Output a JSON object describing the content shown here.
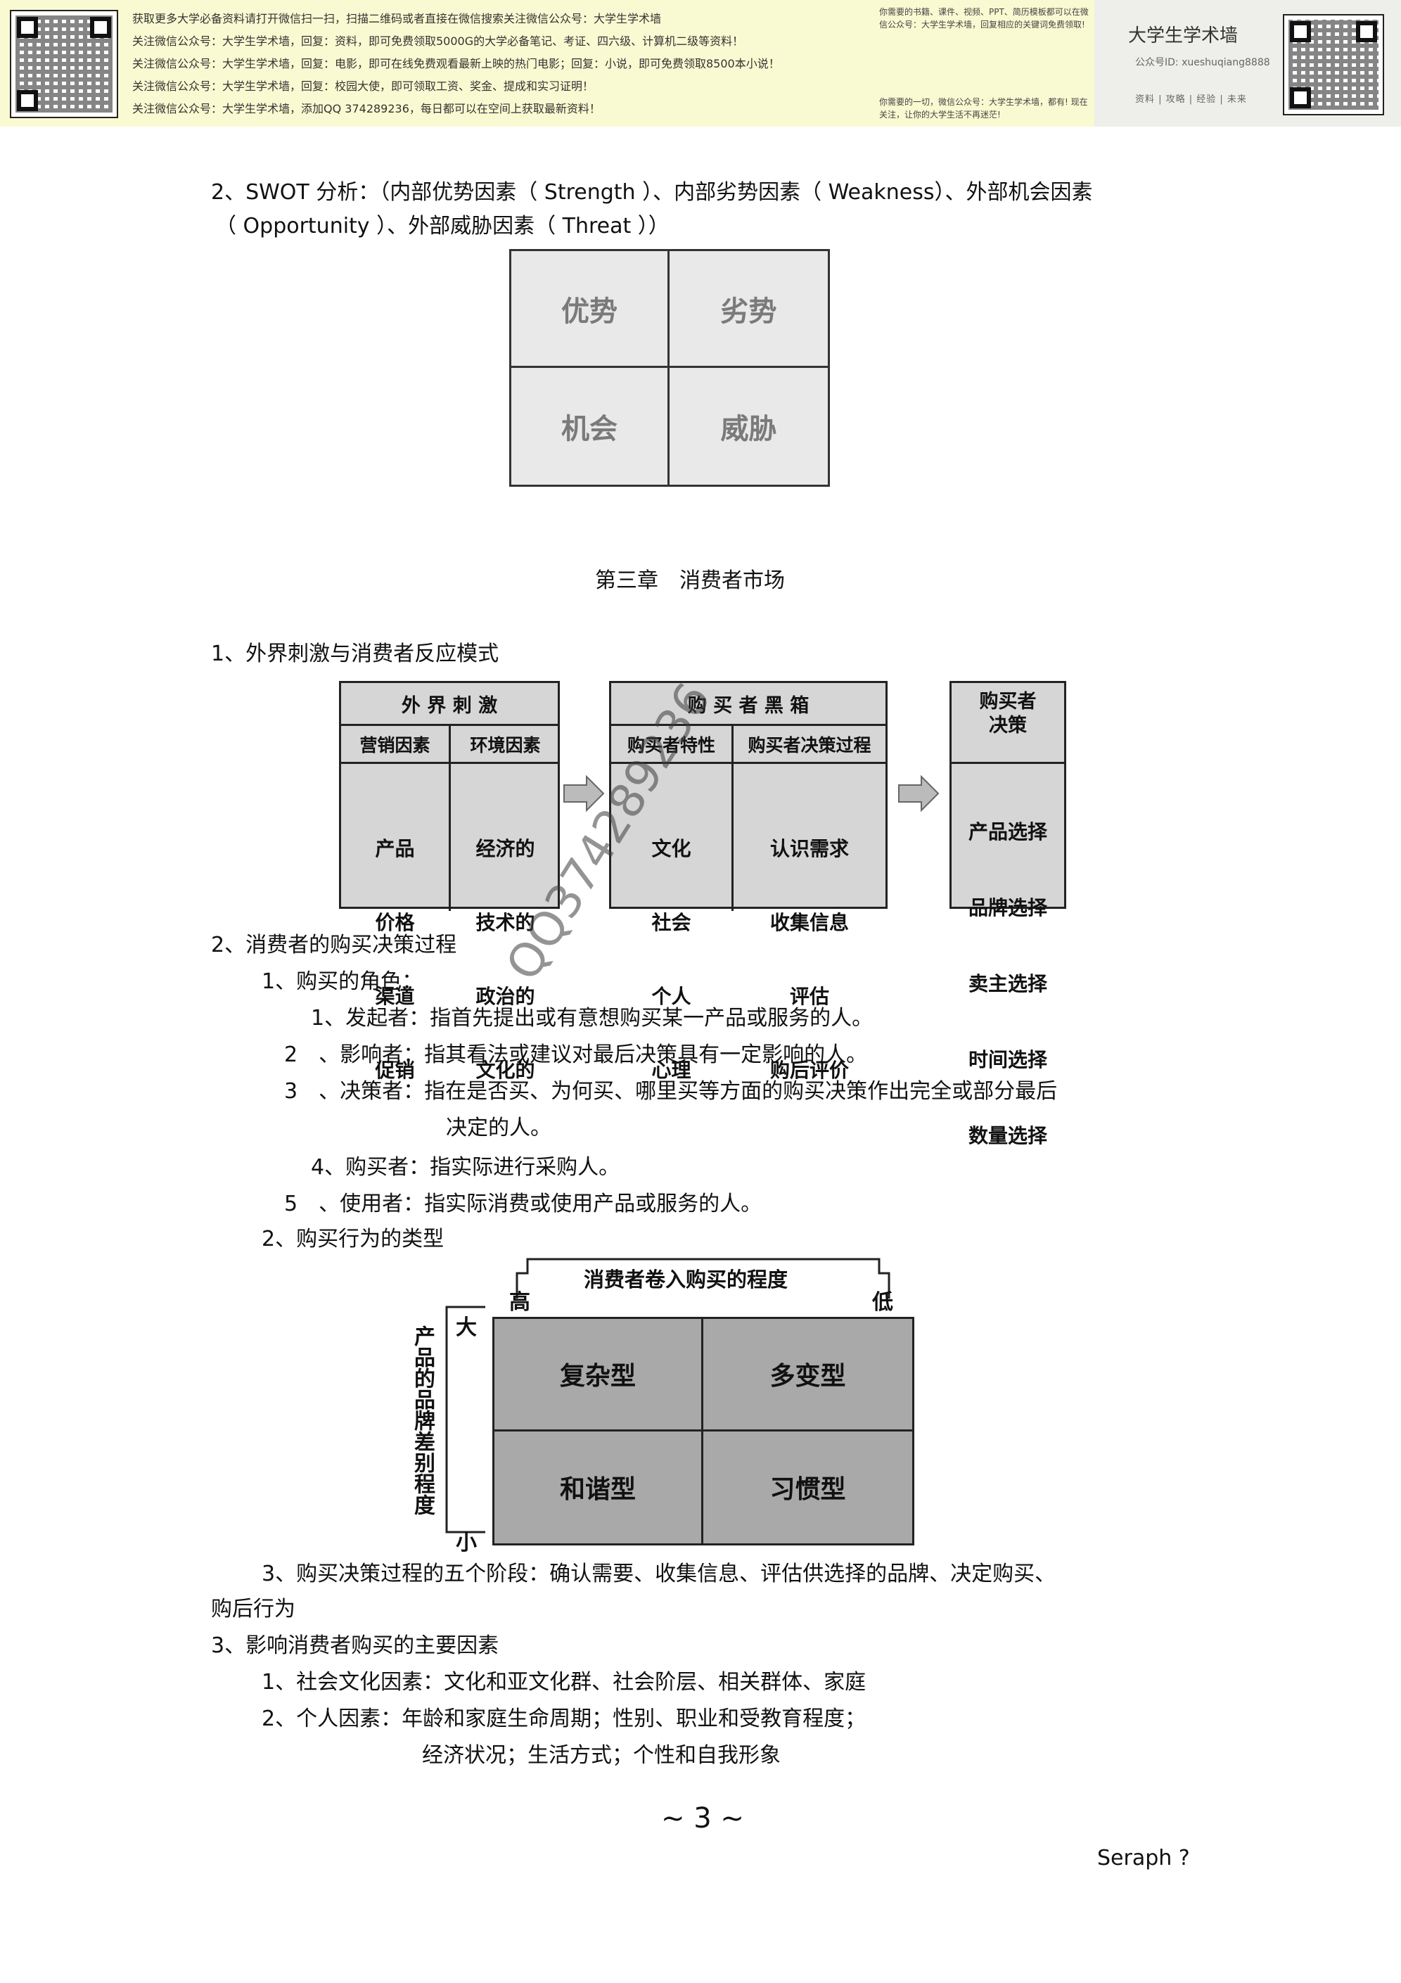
{
  "banner": {
    "lines": [
      "获取更多大学必备资料请打开微信扫一扫，扫描二维码或者直接在微信搜索关注微信公众号：大学生学术墙",
      "关注微信公众号：大学生学术墙，回复：资料，即可免费领取5000G的大学必备笔记、考证、四六级、计算机二级等资料！",
      "关注微信公众号：大学生学术墙，回复：电影，即可在线免费观看最新上映的热门电影；回复：小说，即可免费领取8500本小说！",
      "关注微信公众号：大学生学术墙，回复：校园大使，即可领取工资、奖金、提成和实习证明！",
      "关注微信公众号：大学生学术墙，添加QQ 374289236，每日都可以在空间上获取最新资料！"
    ],
    "right_top": "你需要的书籍、课件、视频、PPT、简历模板都可以在微信公众号：大学生学术墙，回复相应的关键词免费领取!",
    "right_bottom": "你需要的一切，微信公众号：大学生学术墙，都有! 现在关注，让你的大学生活不再迷茫!",
    "card_title": "大学生学术墙",
    "card_id": "公众号ID: xueshuqiang8888",
    "card_links": "资料 | 攻略 | 经验 | 未来"
  },
  "swot": {
    "heading_line1": "2、SWOT 分析：（内部优势因素（    Strength ）、内部劣势因素（    Weakness）、外部机会因素",
    "heading_line2": "（ Opportunity  ）、外部威胁因素（    Threat ））",
    "cells": [
      "优势",
      "劣势",
      "机会",
      "威胁"
    ]
  },
  "chapter_title": "第三章　消费者市场",
  "section1": {
    "title": "1、外界刺激与消费者反应模式",
    "stimulus": {
      "header": "外 界 刺 激",
      "col1_header": "营销因素",
      "col2_header": "环境因素",
      "col1": [
        "产品",
        "价格",
        "渠道",
        "促销"
      ],
      "col2": [
        "经济的",
        "技术的",
        "政治的",
        "文化的"
      ]
    },
    "blackbox": {
      "header": "购 买 者 黑 箱",
      "col1_header": "购买者特性",
      "col2_header": "购买者决策过程",
      "col1": [
        "文化",
        "社会",
        "个人",
        "心理"
      ],
      "col2": [
        "认识需求",
        "收集信息",
        "评估",
        "购后评价"
      ]
    },
    "decision": {
      "header": "购买者\n决策",
      "items": [
        "产品选择",
        "品牌选择",
        "卖主选择",
        "时间选择",
        "数量选择"
      ]
    }
  },
  "section2": {
    "title": "2、消费者的购买决策过程",
    "sub1": "1、购买的角色：",
    "roles": [
      "1、发起者：指首先提出或有意想购买某一产品或服务的人。",
      "2　、影响者：指其看法或建议对最后决策具有一定影响的人。",
      "3　、决策者：指在是否买、为何买、哪里买等方面的购买决策作出完全或部分最后",
      "决定的人。",
      "4、购买者：指实际进行采购人。",
      "5　、使用者：指实际消费或使用产品或服务的人。"
    ],
    "sub2": "2、购买行为的类型",
    "matrix": {
      "top_label": "消费者卷入购买的程度",
      "high": "高",
      "low": "低",
      "big": "大",
      "small": "小",
      "side_label": "产品的品牌差别程度",
      "cells": [
        "复杂型",
        "多变型",
        "和谐型",
        "习惯型"
      ]
    },
    "sub3_line1": "3、购买决策过程的五个阶段：确认需要、收集信息、评估供选择的品牌、决定购买、",
    "sub3_line2": "购后行为"
  },
  "section3": {
    "title": "3、影响消费者购买的主要因素",
    "items": [
      "1、社会文化因素：文化和亚文化群、社会阶层、相关群体、家庭",
      "2、个人因素：年龄和家庭生命周期；性别、职业和受教育程度；",
      "经济状况；生活方式；个性和自我形象"
    ]
  },
  "page_number": "~ 3 ~",
  "footer_author": "Seraph ?",
  "watermark": "QQ374289236"
}
